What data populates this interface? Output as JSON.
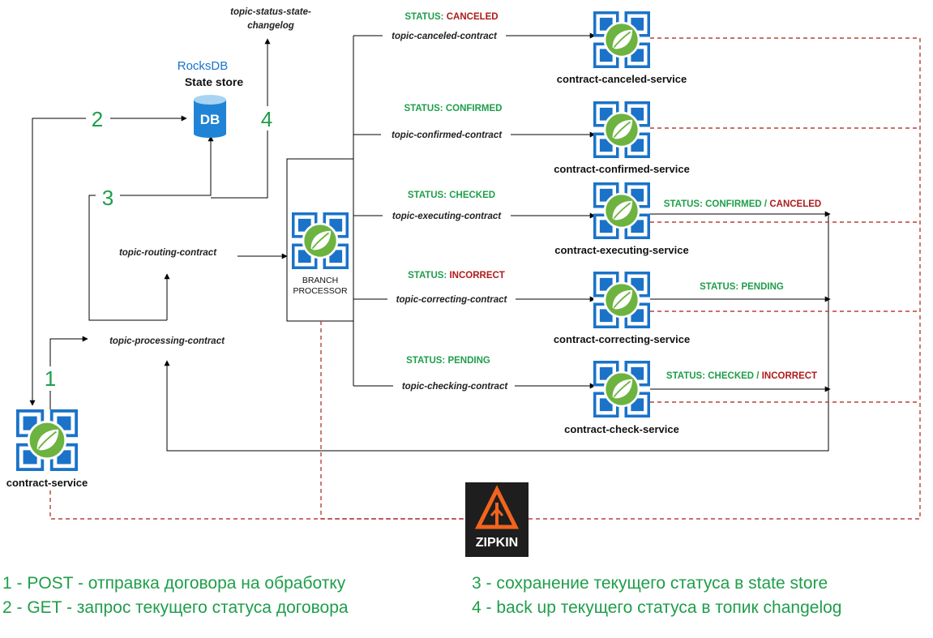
{
  "rocksdb": {
    "name": "RocksDB",
    "label": "State store",
    "icon_text": "DB"
  },
  "topics": {
    "changelog_line1": "topic-status-state-",
    "changelog_line2": "changelog",
    "routing": "topic-routing-contract",
    "processing": "topic-processing-contract",
    "canceled": "topic-canceled-contract",
    "confirmed": "topic-confirmed-contract",
    "executing": "topic-executing-contract",
    "correcting": "topic-correcting-contract",
    "checking": "topic-checking-contract"
  },
  "steps": {
    "s1": "1",
    "s2": "2",
    "s3": "3",
    "s4": "4"
  },
  "branch_processor": {
    "line1": "BRANCH",
    "line2": "PROCESSOR"
  },
  "services": {
    "contract": "contract-service",
    "canceled": "contract-canceled-service",
    "confirmed": "contract-confirmed-service",
    "executing": "contract-executing-service",
    "correcting": "contract-correcting-service",
    "check": "contract-check-service"
  },
  "statuses": {
    "prefix": "STATUS: ",
    "canceled": "CANCELED",
    "confirmed": "CONFIRMED",
    "checked": "CHECKED",
    "incorrect": "INCORRECT",
    "pending": "PENDING",
    "confirmed_canceled_a": "STATUS: CONFIRMED / ",
    "confirmed_canceled_b": "CANCELED",
    "checked_incorrect_a": "STATUS: CHECKED / ",
    "checked_incorrect_b": "INCORRECT",
    "pending_out": "STATUS: PENDING"
  },
  "zipkin": {
    "label": "ZIPKIN"
  },
  "legend": {
    "item1": "1 - POST - отправка договора на обработку",
    "item2": "2 - GET - запрос текущего статуса договора",
    "item3": "3 - сохранение текущего статуса в state store",
    "item4": "4 - back up текущего статуса в топик changelog"
  },
  "colors": {
    "green": "#1f9e4a",
    "red": "#b01a1a",
    "tile_blue": "#1a73c9",
    "leaf_green": "#6db33f",
    "dash_red": "#b5423c"
  }
}
